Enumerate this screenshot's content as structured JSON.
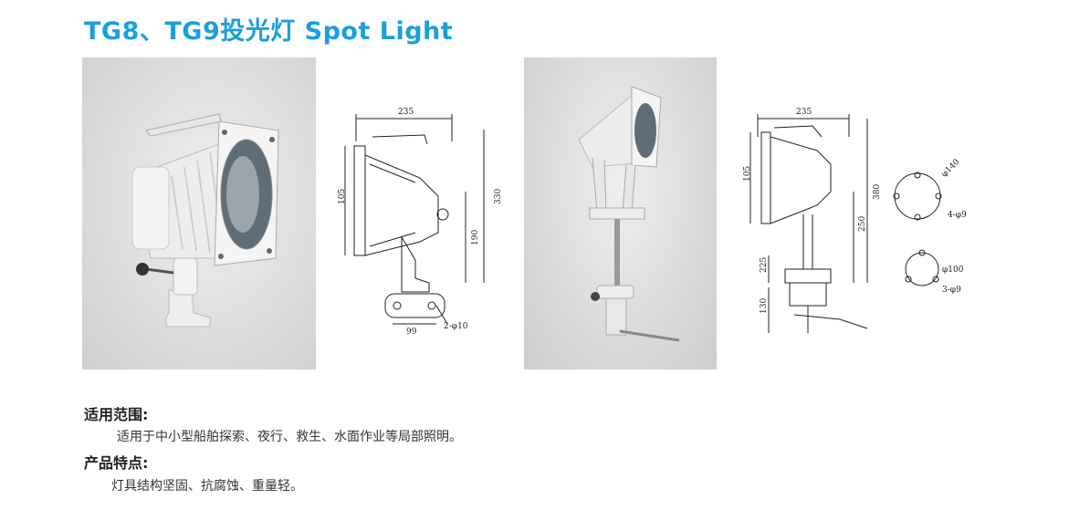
{
  "header": {
    "title": "TG8、TG9投光灯 Spot Light"
  },
  "drawing1": {
    "dims": {
      "width": "235",
      "h105": "105",
      "h330": "330",
      "h190": "190",
      "base": "99",
      "holes": "2-φ10"
    }
  },
  "drawing2": {
    "dims": {
      "width": "235",
      "h105": "105",
      "h380": "380",
      "h250": "250",
      "h225": "225",
      "h130": "130",
      "d140": "φ140",
      "holes4": "4-φ9",
      "d100": "φ100",
      "holes3": "3-φ9"
    }
  },
  "sections": [
    {
      "heading": "适用范围:",
      "body": "适用于中小型船舶探索、夜行、救生、水面作业等局部照明。"
    },
    {
      "heading": "产品特点:",
      "body": "灯具结构坚固、抗腐蚀、重量轻。"
    }
  ],
  "colors": {
    "title": "#1a9fdc"
  }
}
